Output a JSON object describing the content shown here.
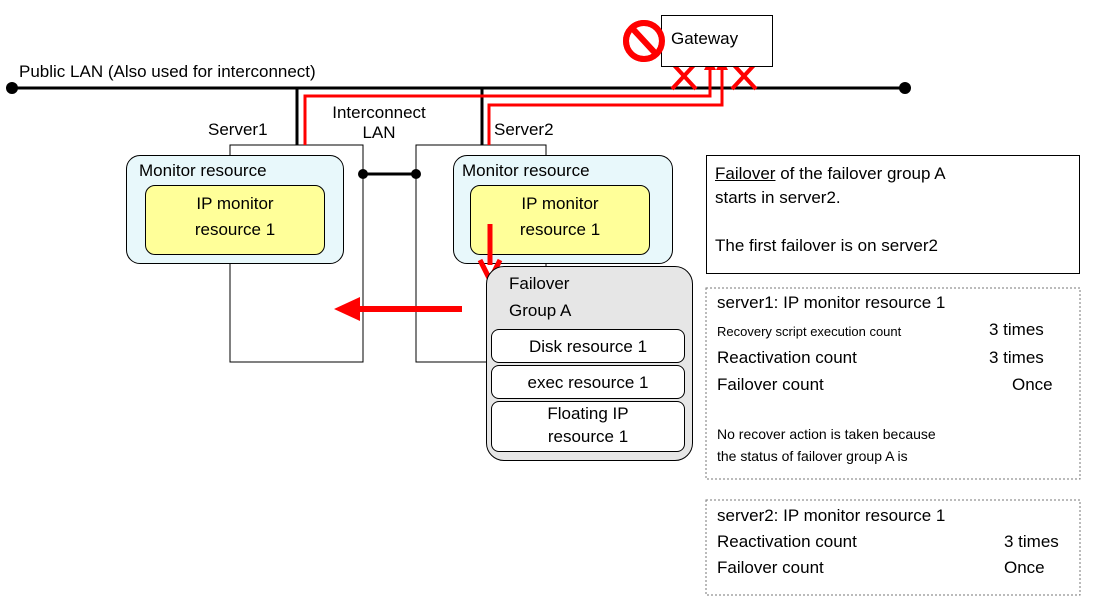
{
  "lan": {
    "public_label": "Public LAN (Also used for interconnect)",
    "interconnect_line1": "Interconnect",
    "interconnect_line2": "LAN"
  },
  "gateway": {
    "label": "Gateway",
    "status_icon": "prohibited-icon"
  },
  "server1": {
    "label": "Server1",
    "monitor_title": "Monitor resource",
    "ip_monitor_line1": "IP monitor",
    "ip_monitor_line2": "resource 1"
  },
  "server2": {
    "label": "Server2",
    "monitor_title": "Monitor resource",
    "ip_monitor_line1": "IP monitor",
    "ip_monitor_line2": "resource 1"
  },
  "failover_group": {
    "title_line1": "Failover",
    "title_line2": "Group A",
    "resources": [
      {
        "line1": "Disk resource 1"
      },
      {
        "line1": "exec resource 1"
      },
      {
        "line1": "Floating IP",
        "line2": "resource 1"
      }
    ]
  },
  "note_failover": {
    "line1_underlined": "Failover",
    "line1_rest": " of the failover group A",
    "line2": "starts in server2.",
    "line3": "The first failover is on server2"
  },
  "server1_panel": {
    "title": "server1: IP monitor resource 1",
    "rows": [
      {
        "label": "Recovery script execution count",
        "value": "3 times"
      },
      {
        "label": "Reactivation count",
        "value": "3 times"
      },
      {
        "label": "Failover count",
        "value": "Once"
      }
    ],
    "note_line1": "No recover action is taken because",
    "note_line2": "the status of failover group A is"
  },
  "server2_panel": {
    "title": "server2: IP monitor resource 1",
    "rows": [
      {
        "label": "Reactivation count",
        "value": "3 times"
      },
      {
        "label": "Failover count",
        "value": "Once"
      }
    ]
  },
  "colors": {
    "alert_red": "#ff0000",
    "monitor_fill": "#e8f8fb",
    "ip_fill": "#ffff99",
    "group_fill": "#e6e6e6"
  }
}
